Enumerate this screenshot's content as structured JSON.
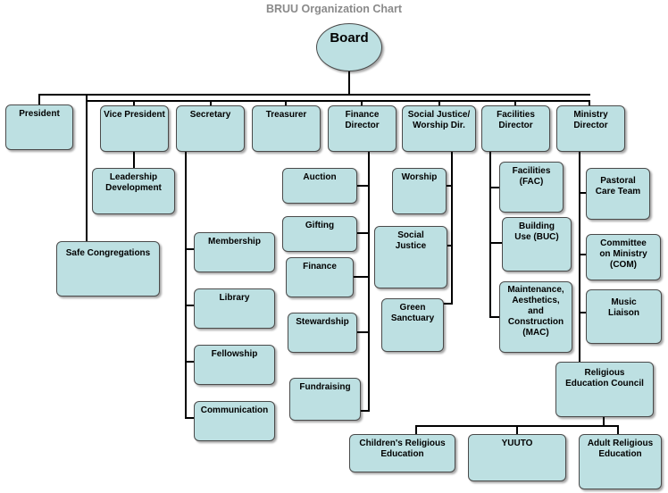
{
  "title": "BRUU Organization Chart",
  "nodes": {
    "board": "Board",
    "president": "President",
    "vice_president": "Vice President",
    "secretary": "Secretary",
    "treasurer": "Treasurer",
    "finance_director": "Finance\nDirector",
    "social_justice_worship": "Social Justice/\nWorship Dir.",
    "facilities_director": "Facilities\nDirector",
    "ministry_director": "Ministry\nDirector",
    "leadership_development": "Leadership\nDevelopment",
    "safe_congregations": "Safe Congregations",
    "membership": "Membership",
    "library": "Library",
    "fellowship": "Fellowship",
    "communication": "Communication",
    "auction": "Auction",
    "gifting": "Gifting",
    "finance": "Finance",
    "stewardship": "Stewardship",
    "fundraising": "Fundraising",
    "worship": "Worship",
    "social_justice": "Social\nJustice",
    "green_sanctuary": "Green\nSanctuary",
    "facilities_fac": "Facilities\n(FAC)",
    "building_use": "Building\nUse (BUC)",
    "mac": "Maintenance,\nAesthetics,\nand\nConstruction\n(MAC)",
    "pastoral_care": "Pastoral\nCare Team",
    "com": "Committee\non Ministry\n(COM)",
    "music_liaison": "Music\nLiaison",
    "religious_education_council": "Religious\nEducation Council",
    "childrens_re": "Children's Religious\nEducation",
    "yuuto": "YUUTO",
    "adult_re": "Adult Religious\nEducation"
  }
}
